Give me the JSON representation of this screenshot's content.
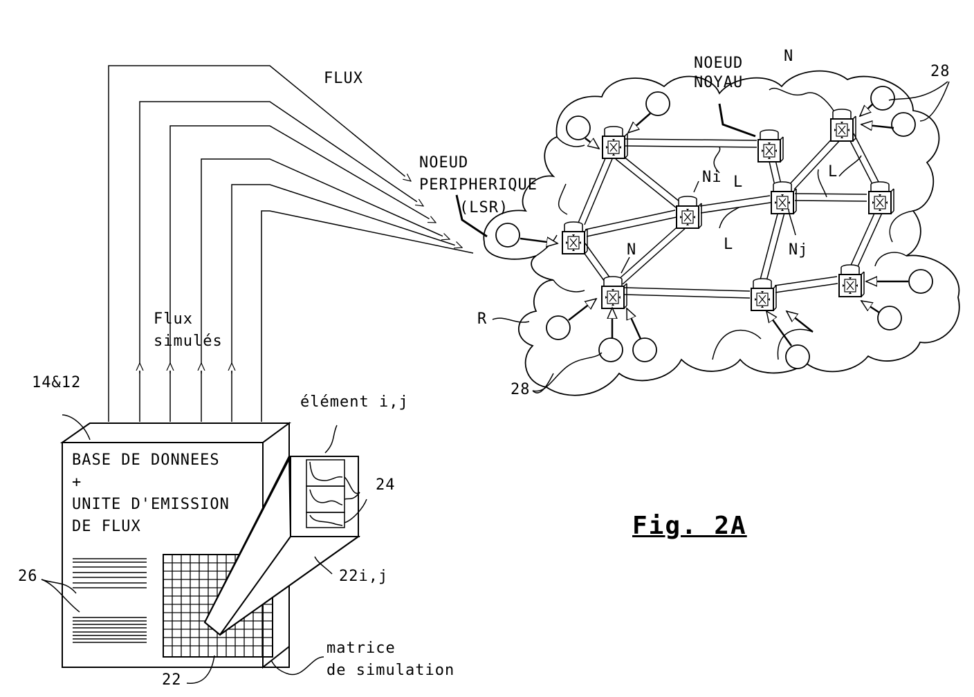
{
  "figure": {
    "title": "Fig. 2A"
  },
  "labels": {
    "flux": "FLUX",
    "noeud_noyau_line1": "NOEUD",
    "noeud_noyau_line2": "NOYAU",
    "noeud_peripherique_line1": "NOEUD",
    "noeud_peripherique_line2": "PERIPHERIQUE",
    "noeud_peripherique_line3": "(LSR)",
    "node_n_top": "N",
    "node_ni": "Ni",
    "node_n_mid": "N",
    "node_nj": "Nj",
    "link_l1": "L",
    "link_l2": "L",
    "link_l3": "L",
    "network_r": "R",
    "ref_28_top": "28",
    "ref_28_bottom": "28",
    "flux_simules_line1": "Flux",
    "flux_simules_line2": "simulés",
    "ref_14_12": "14&12",
    "db_line1": "BASE DE DONNEES",
    "db_line2": "+",
    "db_line3": "UNITE D'EMISSION",
    "db_line4": "DE FLUX",
    "element_ij": "élément i,j",
    "ref_24": "24",
    "ref_22ij": "22i,j",
    "ref_26": "26",
    "matrice_line1": "matrice",
    "matrice_line2": "de simulation",
    "ref_22": "22"
  }
}
